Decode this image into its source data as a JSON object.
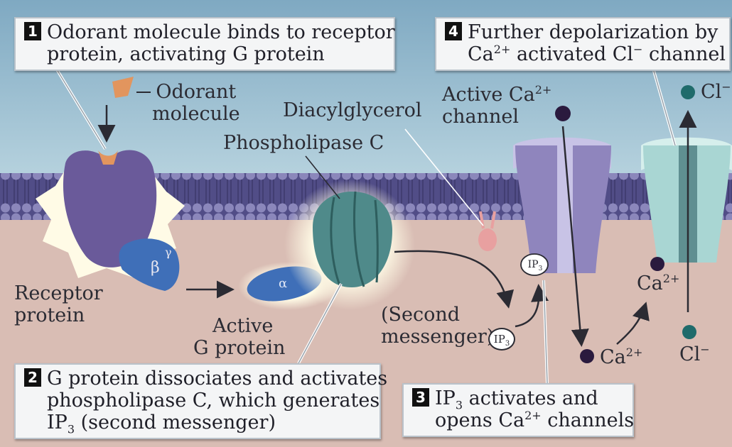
{
  "steps": {
    "s1": {
      "num": "1",
      "line1": "Odorant molecule binds to receptor",
      "line2": "protein, activating G protein"
    },
    "s2": {
      "num": "2",
      "line1": "G protein dissociates and activates",
      "line2": "phospholipase C, which generates",
      "line3_a": "IP",
      "line3_sub": "3",
      "line3_b": " (second messenger)"
    },
    "s3": {
      "num": "3",
      "line1_a": "IP",
      "line1_sub": "3",
      "line1_b": " activates and",
      "line2_a": "opens Ca",
      "line2_sup": "2+",
      "line2_b": " channels"
    },
    "s4": {
      "num": "4",
      "line1": "Further depolarization by",
      "line2_a": "Ca",
      "line2_sup": "2+",
      "line2_b": " activated Cl",
      "line2_sup2": "−",
      "line2_c": " channel"
    }
  },
  "labels": {
    "odorant_line1": "Odorant",
    "odorant_line2": "molecule",
    "diacylglycerol": "Diacylglycerol",
    "phospholipase_c": "Phospholipase C",
    "active_ca_a": "Active Ca",
    "active_ca_sup": "2+",
    "active_ca_line2": "channel",
    "receptor_line1": "Receptor",
    "receptor_line2": "protein",
    "active_g_line1": "Active",
    "active_g_line2": "G protein",
    "second_messenger_line1": "(Second",
    "second_messenger_line2": "messenger)",
    "ip3_badge": "IP",
    "ip3_badge_sub": "3",
    "beta": "β",
    "gamma": "γ",
    "alpha": "α",
    "cl_top": "Cl",
    "cl_top_sup": "−",
    "cl_bottom": "Cl",
    "cl_bottom_sup": "−",
    "ca_inside": "Ca",
    "ca_inside_sup": "2+",
    "ca_right": "Ca",
    "ca_right_sup": "2+"
  },
  "colors": {
    "extracellular": "#a9c7d6",
    "cytoplasm": "#d9bdb4",
    "membrane": "#6f6a9a",
    "receptor": "#6a5a9a",
    "odorant": "#e2955e",
    "g_protein": "#3f6fb8",
    "phospholipase": "#4f8a8a",
    "ca_channel": "#8f85bd",
    "cl_channel": "#a9d6d3",
    "calcium_ion": "#2a1a3e",
    "chloride_ion": "#1f6b6b"
  }
}
